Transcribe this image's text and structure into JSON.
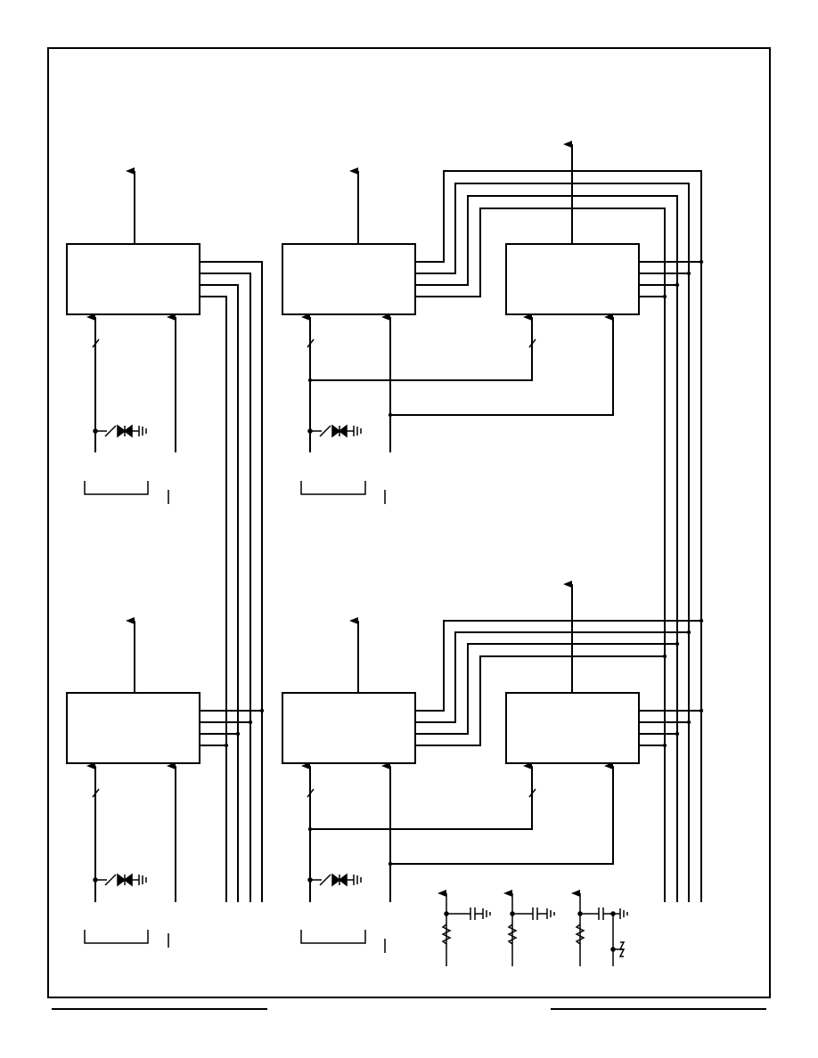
{
  "colors": {
    "ink": "#000000",
    "paper": "#ffffff"
  },
  "diagram": {
    "kind": "schematic block diagram",
    "text": [],
    "blocks": [
      {
        "id": "block-top-left"
      },
      {
        "id": "block-top-middle"
      },
      {
        "id": "block-top-right"
      },
      {
        "id": "block-bottom-left"
      },
      {
        "id": "block-bottom-middle"
      },
      {
        "id": "block-bottom-right"
      }
    ],
    "bus_line_count": 4,
    "input_groups": 4
  }
}
